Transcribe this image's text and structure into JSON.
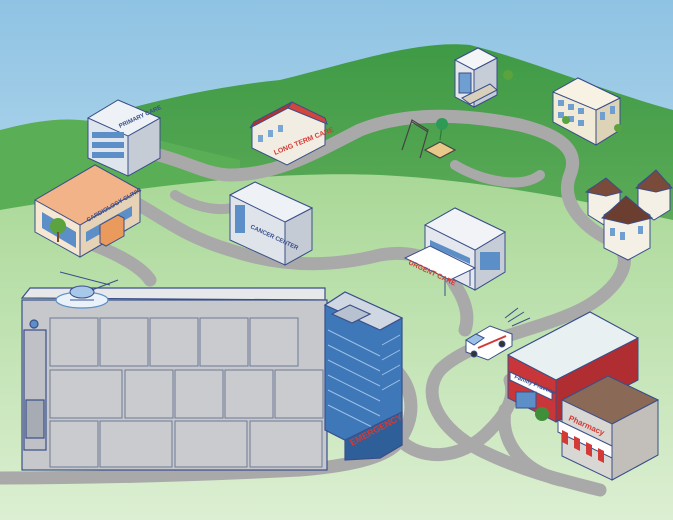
{
  "labels": {
    "primary_care": "PRIMARY CARE",
    "long_term_care": "LONG TERM CARE",
    "cardiology_clinic": "CARDIOLOGY CLINIC",
    "cancer_center": "CANCER CENTER",
    "urgent_care": "URGENT CARE",
    "emergency": "EMERGENCY",
    "family_practice": "Family Practice",
    "pharmacy": "Pharmacy"
  },
  "colors": {
    "sky_top": "#8fc3e3",
    "sky_bottom": "#d9eef7",
    "hill_dark": "#4fa44d",
    "hill_light": "#9fd08c",
    "ground": "#c7e6b8",
    "road": "#a9a9a9",
    "outline": "#3a4f8a",
    "accent_red": "#d33a36",
    "hospital_gray": "#c6c8cc",
    "tower_blue": "#3e78b8"
  },
  "icons": [
    "helicopter-icon",
    "ambulance-icon",
    "playground-icon",
    "tree-icon"
  ]
}
